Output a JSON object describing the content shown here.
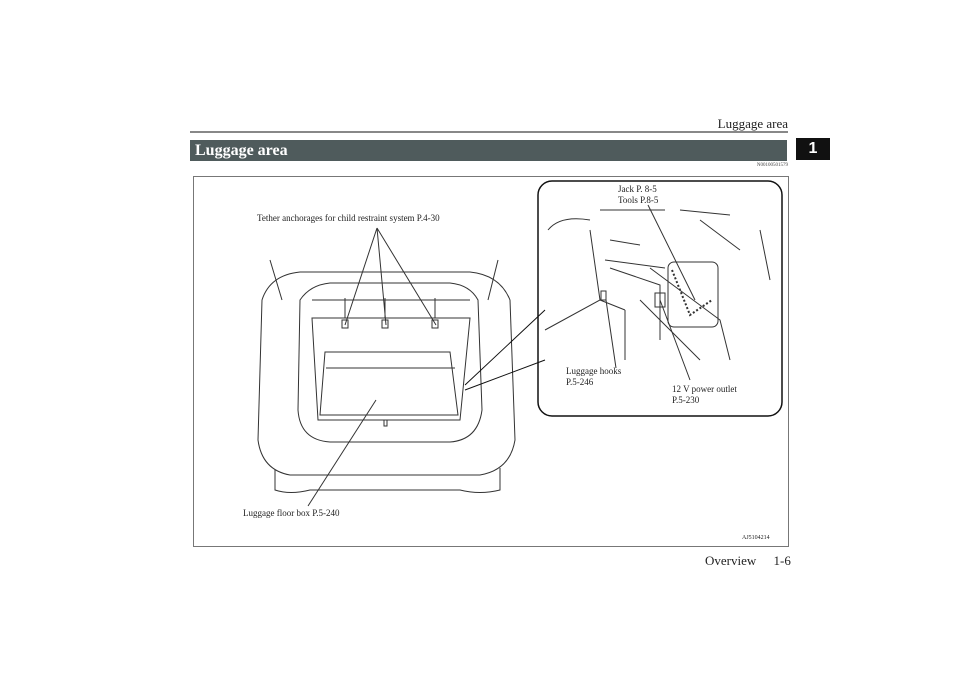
{
  "header": {
    "running_title": "Luggage area",
    "section_title": "Luggage area",
    "chapter_tab": "1",
    "doc_code": "N00100501579"
  },
  "figure": {
    "labels": {
      "tether": "Tether anchorages for child restraint system P.4-30",
      "jack": "Jack P. 8-5",
      "tools": "Tools P.8-5",
      "hooks": "Luggage hooks",
      "hooks_ref": "P.5-246",
      "outlet": "12 V power outlet",
      "outlet_ref": "P.5-230",
      "floor_box": "Luggage floor box P.5-240"
    },
    "figure_id": "AJ5104214"
  },
  "footer": {
    "section": "Overview",
    "page": "1-6"
  }
}
